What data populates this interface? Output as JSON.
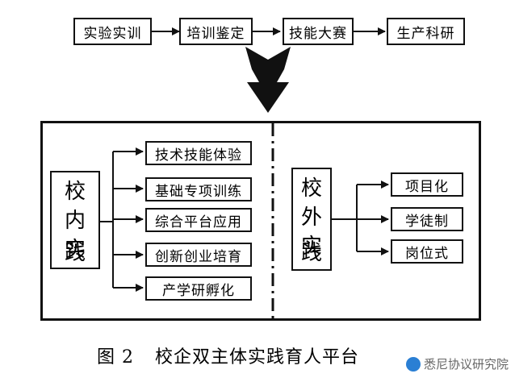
{
  "top_flow": [
    "实验实训",
    "培训鉴定",
    "技能大赛",
    "生产科研"
  ],
  "campus": {
    "label": [
      "校",
      "内",
      "实",
      "践"
    ],
    "items": [
      "技术技能体验",
      "基础专项训练",
      "综合平台应用",
      "创新创业培育",
      "产学研孵化"
    ]
  },
  "external": {
    "label": [
      "校",
      "外",
      "实",
      "践"
    ],
    "items": [
      "项目化",
      "学徒制",
      "岗位式"
    ]
  },
  "caption": {
    "number": "图 2",
    "title": "校企双主体实践育人平台"
  },
  "watermark": "悉尼协议研究院"
}
